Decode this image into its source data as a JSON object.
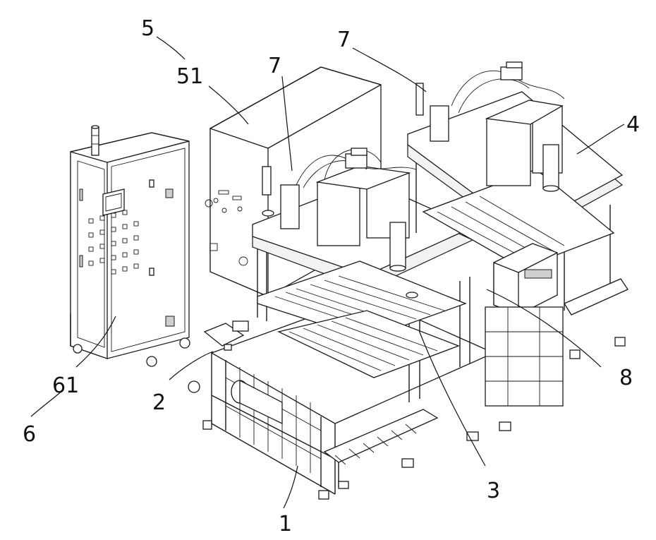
{
  "figure": {
    "title": "",
    "labels": {
      "l5": "5",
      "l51": "51",
      "l7a": "7",
      "l7b": "7",
      "l4": "4",
      "l61": "61",
      "l6": "6",
      "l2": "2",
      "l8": "8",
      "l3": "3",
      "l1": "1"
    }
  }
}
